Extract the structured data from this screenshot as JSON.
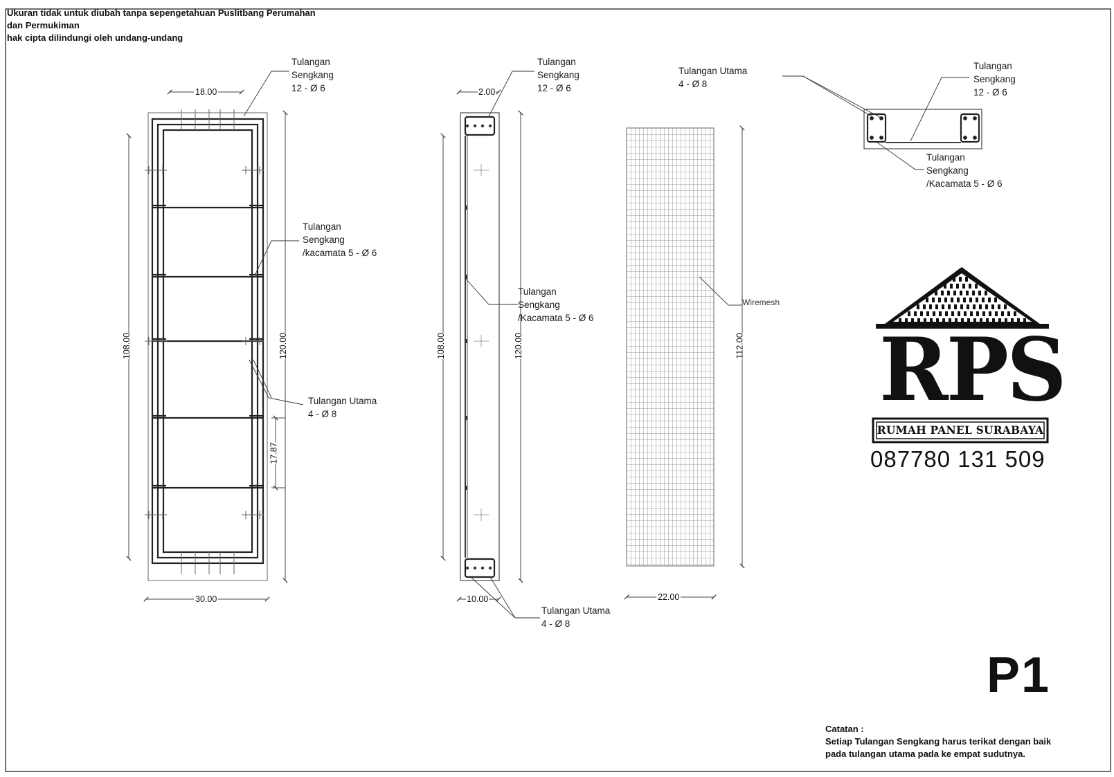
{
  "header": {
    "line1": "Ukuran tidak untuk diubah tanpa sepengetahuan Puslitbang Perumahan",
    "line2": "dan Permukiman",
    "line3": "hak cipta dilindungi oleh undang-undang"
  },
  "labels": {
    "front_sengkang": [
      "Tulangan",
      "Sengkang",
      "12 - Ø 6"
    ],
    "front_kacamata": [
      "Tulangan",
      "Sengkang",
      "/kacamata 5 - Ø 6"
    ],
    "front_utama": [
      "Tulangan Utama",
      "4 - Ø 8"
    ],
    "side_sengkang": [
      "Tulangan",
      "Sengkang",
      "12 - Ø 6"
    ],
    "side_kacamata": [
      "Tulangan",
      "Sengkang",
      "/Kacamata 5 - Ø 6"
    ],
    "side_utama": [
      "Tulangan Utama",
      "4 - Ø 8"
    ],
    "top_utama": [
      "Tulangan Utama",
      "4 - Ø 8"
    ],
    "top_sengkang": [
      "Tulangan",
      "Sengkang",
      "12 - Ø 6"
    ],
    "top_kacamata": [
      "Tulangan",
      "Sengkang",
      "/Kacamata 5 - Ø 6"
    ],
    "wiremesh": "Wiremesh"
  },
  "dimensions": {
    "front_top_width": "18.00",
    "front_bottom_width": "30.00",
    "front_inner_height": "108.00",
    "front_total_height": "120.00",
    "front_spacing": "17.87",
    "side_top": "2.00",
    "side_bottom": "10.00",
    "side_inner_height": "108.00",
    "side_total_height": "120.00",
    "mesh_width": "22.00",
    "mesh_height": "112.00"
  },
  "logo": {
    "letters": "RPS",
    "banner": "RUMAH PANEL SURABAYA",
    "phone": "087780 131 509"
  },
  "panel_code": "P1",
  "note": {
    "title": "Catatan :",
    "line1": "Setiap Tulangan Sengkang harus terikat dengan baik",
    "line2": "pada tulangan utama pada ke empat sudutnya."
  }
}
